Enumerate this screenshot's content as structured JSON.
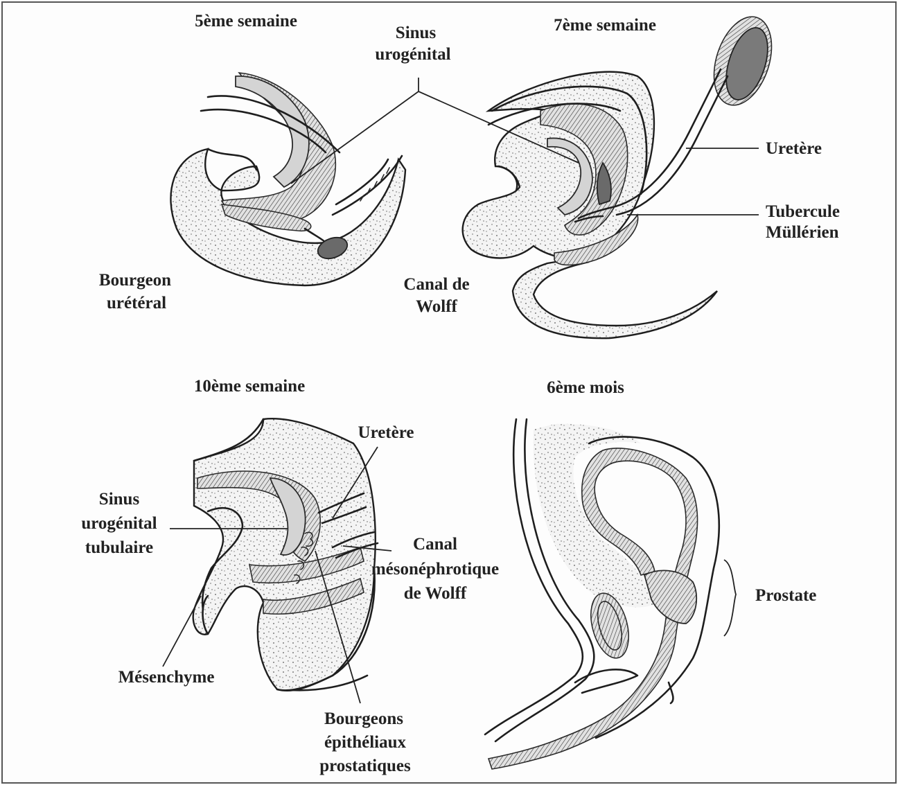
{
  "panels": {
    "week5": {
      "title": "5ème semaine",
      "label_bourgeon": [
        "Bourgeon",
        "urétéral"
      ]
    },
    "week7": {
      "title": "7ème semaine",
      "label_ureter": "Uretère",
      "label_tubercule": [
        "Tubercule",
        "Müllérien"
      ]
    },
    "shared": {
      "label_sinus": [
        "Sinus",
        "urogénital"
      ],
      "label_canal": [
        "Canal de",
        "Wolff"
      ]
    },
    "week10": {
      "title": "10ème semaine",
      "label_ureter": "Uretère",
      "label_sinus_tubulaire": [
        "Sinus",
        "urogénital",
        "tubulaire"
      ],
      "label_canal_meso": [
        "Canal",
        "mésonéphrotique",
        "de Wolff"
      ],
      "label_mesenchyme": "Mésenchyme",
      "label_bourgeons": [
        "Bourgeons",
        "épithéliaux",
        "prostatiques"
      ]
    },
    "month6": {
      "title": "6ème mois",
      "label_prostate": "Prostate"
    }
  }
}
